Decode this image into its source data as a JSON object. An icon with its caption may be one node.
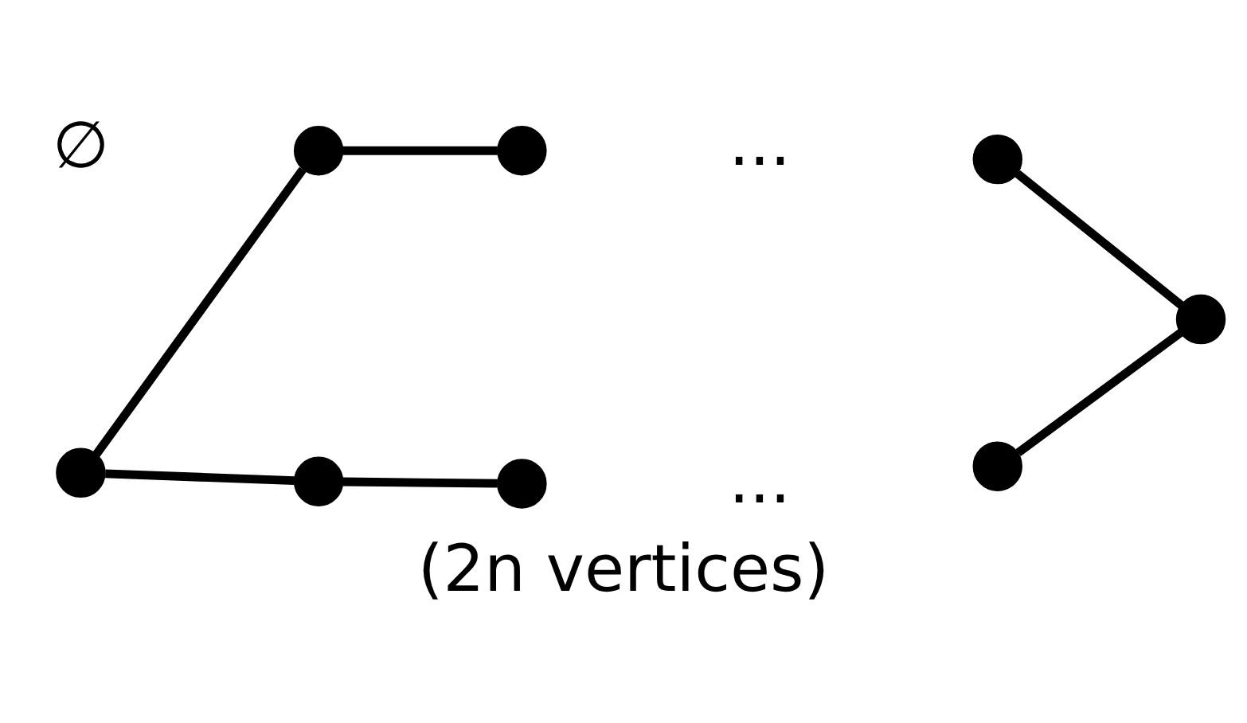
{
  "diagram": {
    "caption": "(2n vertices)",
    "nodes": [
      {
        "text": [],
        "shape": "circle"
      },
      {
        "text": [],
        "shape": "circle"
      },
      {
        "text": [],
        "shape": "circle"
      },
      {
        "text": [],
        "shape": "circle"
      },
      {
        "text": [],
        "shape": "circle"
      },
      {
        "text": [],
        "shape": "circle"
      },
      {
        "text": [],
        "shape": "circle"
      },
      {
        "text": [],
        "shape": "circle"
      }
    ],
    "edges": [
      {
        "from": 3,
        "to": 0,
        "arrow": "none"
      },
      {
        "from": 0,
        "to": 1,
        "arrow": "none"
      },
      {
        "from": 2,
        "to": 4,
        "arrow": "none"
      },
      {
        "from": 3,
        "to": 5,
        "arrow": "none"
      },
      {
        "from": 5,
        "to": 6,
        "arrow": "none"
      },
      {
        "from": 7,
        "to": 4,
        "arrow": "none"
      }
    ],
    "labels": [
      "∅",
      "...",
      "..."
    ]
  }
}
